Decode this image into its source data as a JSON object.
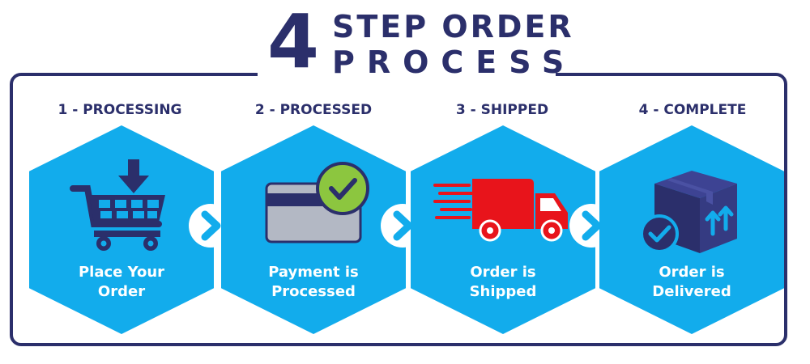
{
  "title": {
    "number": "4",
    "line1": "STEP ORDER",
    "line2": "PROCESS"
  },
  "colors": {
    "navy": "#2b2f6b",
    "hex_blue": "#12acec",
    "check_green": "#8cc63f",
    "truck_red": "#e8141b"
  },
  "steps": [
    {
      "heading": "1 - PROCESSING",
      "line1": "Place Your",
      "line2": "Order",
      "icon": "shopping-cart-icon"
    },
    {
      "heading": "2 - PROCESSED",
      "line1": "Payment is",
      "line2": "Processed",
      "icon": "credit-card-check-icon"
    },
    {
      "heading": "3 - SHIPPED",
      "line1": "Order is",
      "line2": "Shipped",
      "icon": "delivery-truck-icon"
    },
    {
      "heading": "4 - COMPLETE",
      "line1": "Order is",
      "line2": "Delivered",
      "icon": "delivered-box-icon"
    }
  ]
}
